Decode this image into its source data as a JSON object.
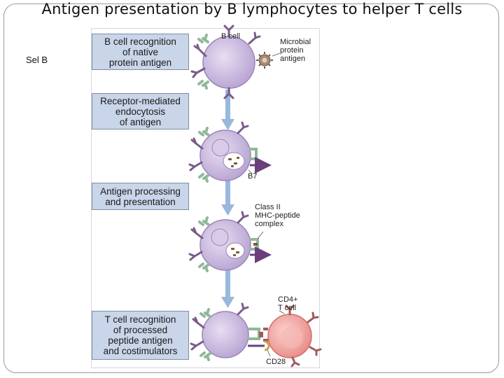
{
  "slide": {
    "title": "Antigen presentation by B lymphocytes to helper T cells",
    "side_label": "Sel B"
  },
  "steps": [
    {
      "label": "B cell recognition\nof native\nprotein antigen"
    },
    {
      "label": "Receptor-mediated\nendocytosis\nof antigen"
    },
    {
      "label": "Antigen processing\nand presentation"
    },
    {
      "label": "T cell recognition\nof processed\npeptide antigen\nand costimulators"
    }
  ],
  "labels": {
    "b_cell": "B cell",
    "microbial_antigen": "Microbial\nprotein\nantigen",
    "b7": "B7",
    "class_ii": "Class II\nMHC-peptide\ncomplex",
    "cd4_t_cell": "CD4+\nT cell",
    "cd28": "CD28"
  },
  "colors": {
    "step_box": "#c9d5e8",
    "b_cell": "#c7b7dc",
    "t_cell": "#f0a7a2",
    "receptor_purple": "#7b5a8c",
    "receptor_green": "#8fb89a",
    "arrow_blue": "#8fb0d8",
    "antigen": "#a88a72"
  }
}
